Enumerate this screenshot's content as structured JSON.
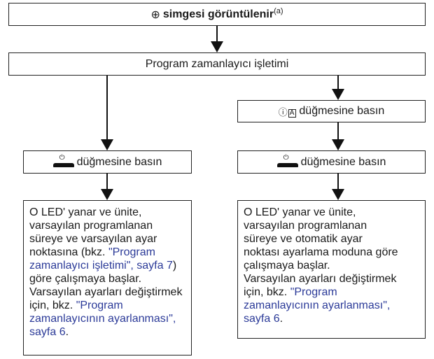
{
  "top": {
    "clock_symbol": "⊕",
    "text": "simgesi görüntülenir",
    "footnote": "(a)"
  },
  "program_timer": "Program zamanlayıcı işletimi",
  "mode_button": {
    "symbols": "ⓘ",
    "boxed": "A",
    "text": "düğmesine basın"
  },
  "onoff_button": {
    "symbol": "⏻",
    "text_left": "düğmesine basın",
    "text_right": "düğmesine basın"
  },
  "left_desc": {
    "l1": "O LED' yanar ve ünite,",
    "l2": "varsayılan programlanan",
    "l3": "süreye ve varsayılan ayar",
    "l4": "noktasına (bkz. ",
    "l4_link": "\"Program",
    "l5_link": "zamanlayıcı işletimi\", sayfa 7",
    "l5_end": ")",
    "l6": "göre çalışmaya başlar.",
    "l7": "Varsayılan ayarları değiştirmek",
    "l8": "için, bkz. ",
    "l8_link": "\"Program",
    "l9_link": "zamanlayıcının ayarlanması\",",
    "l10_link": "sayfa 6",
    "l10_end": "."
  },
  "right_desc": {
    "l1": "O LED' yanar ve ünite,",
    "l2": "varsayılan programlanan",
    "l3": "süreye ve otomatik ayar",
    "l4": "noktası ayarlama moduna göre",
    "l5": "çalışmaya başlar.",
    "l6": "Varsayılan ayarları değiştirmek",
    "l7": "için, bkz. ",
    "l7_link": "\"Program",
    "l8_link": "zamanlayıcının ayarlanması\",",
    "l9_link": "sayfa 6",
    "l9_end": "."
  }
}
